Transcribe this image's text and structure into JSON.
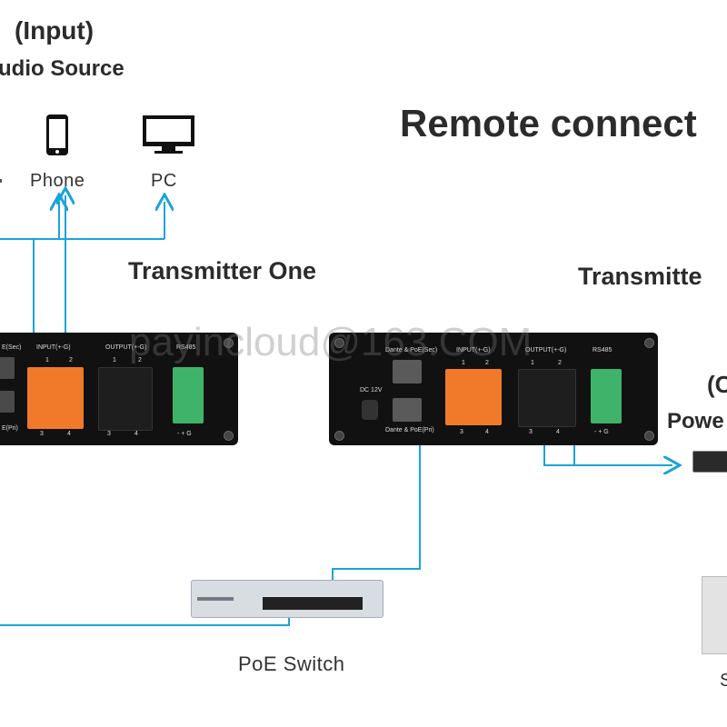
{
  "input_title": "(Input)",
  "audio_source_label": "udio Source",
  "remote_title": "Remote connect",
  "sources": [
    {
      "label": "Phone",
      "icon": "phone-icon"
    },
    {
      "label": "PC",
      "icon": "monitor-icon"
    }
  ],
  "transmitter_one_label": "Transmitter One",
  "transmitter_two_label": "Transmitte",
  "right_section": {
    "bracket_label": "(C",
    "power_label": "Powe",
    "speaker_label": "S"
  },
  "switch_label": "PoE Switch",
  "watermark": "payincloud@163.COM",
  "device_one": {
    "sec_label": "E(Sec)",
    "pri_label": "E(Pri)",
    "input_label": "INPUT(+-G)",
    "output_label": "OUTPUT(+-G)",
    "rs485_label": "RS485",
    "ch_top": [
      "1",
      "2"
    ],
    "ch_bottom": [
      "3",
      "4"
    ],
    "rs485_pins": "- + G"
  },
  "device_two": {
    "sec_label": "Dante & PoE(Sec)",
    "pri_label": "Dante & PoE(Pri)",
    "dc_label": "DC 12V",
    "input_label": "INPUT(+-G)",
    "output_label": "OUTPUT(+-G)",
    "rs485_label": "RS485",
    "ch_top": [
      "1",
      "2"
    ],
    "ch_bottom": [
      "3",
      "4"
    ],
    "rs485_pins": "- + G"
  },
  "colors": {
    "wire": "#1aa3d9",
    "input_block": "#f07a2a",
    "rs485_block": "#3fb36a",
    "device": "#111111"
  }
}
